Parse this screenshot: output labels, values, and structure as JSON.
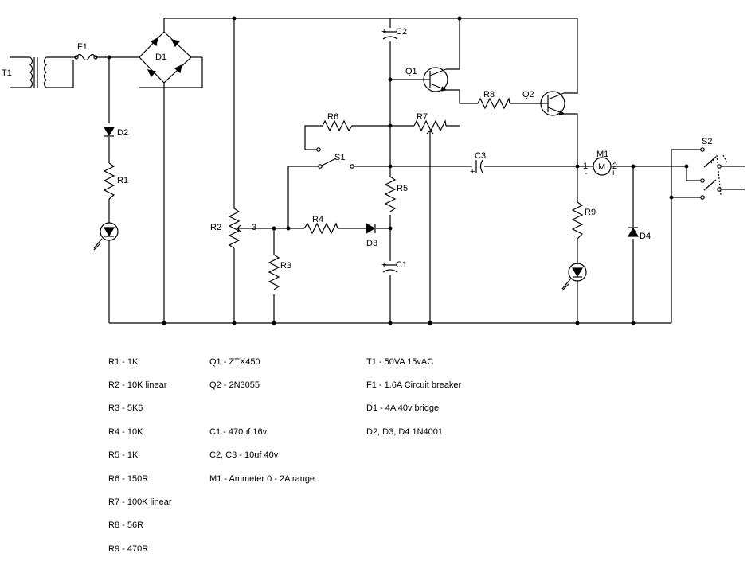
{
  "labels": {
    "t1": "T1",
    "f1": "F1",
    "d1": "D1",
    "d2": "D2",
    "r1": "R1",
    "r2": "R2",
    "r2_pin": "3",
    "r3": "R3",
    "r4": "R4",
    "r5": "R5",
    "r6": "R6",
    "r7": "R7",
    "r8": "R8",
    "r9": "R9",
    "d3": "D3",
    "d4": "D4",
    "c1": "C1",
    "c2": "C2",
    "c3": "C3",
    "s1": "S1",
    "s2": "S2",
    "q1": "Q1",
    "q2": "Q2",
    "m1": "M1",
    "m1_pin1": "1",
    "m1_pin2": "2",
    "m1_minus": "-",
    "m1_plus": "+",
    "c3_plus": "+",
    "c1_plus": "+",
    "c2_plus": "+",
    "meter_symbol": "M"
  },
  "parts_list": {
    "resistors": [
      "R1 - 1K",
      "R2 - 10K linear",
      "R3 - 5K6",
      "R4 - 10K",
      "R5 - 1K",
      "R6 - 150R",
      "R7 - 100K linear",
      "R8 - 56R",
      "R9 - 470R"
    ],
    "semis_caps": [
      "Q1 - ZTX450",
      "Q2 - 2N3055",
      "",
      "C1 - 470uf 16v",
      "C2, C3 - 10uf 40v",
      "M1 - Ammeter 0 - 2A range"
    ],
    "power": [
      "T1 - 50VA 15vAC",
      "F1 - 1.6A Circuit breaker",
      "D1 - 4A 40v bridge",
      "D2, D3, D4 1N4001"
    ]
  }
}
